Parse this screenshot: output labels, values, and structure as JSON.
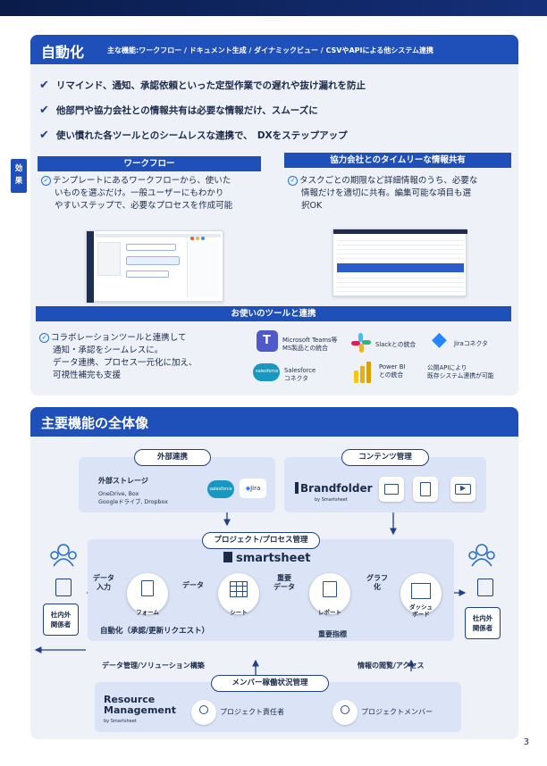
{
  "automation": {
    "title": "自動化",
    "subtitle": "主な機能:ワークフロー / ドキュメント生成 / ダイナミックビュー / CSVやAPIによる他システム連携",
    "bullets": [
      "リマインド、通知、承認依頼といった定型作業での遅れや抜け漏れを防止",
      "他部門や協力会社との情報共有は必要な情報だけ、スムーズに",
      "使い慣れた各ツールとのシームレスな連携で、　DXをステップアップ"
    ],
    "effect_tag": "効果",
    "workflow": {
      "title": "ワークフロー",
      "text": [
        "テンプレートにあるワークフローから、使いた",
        "いものを選ぶだけ。一般ユーザーにもわかり",
        "やすいステップで、必要なプロセスを作成可能"
      ]
    },
    "timely": {
      "title": "協力会社とのタイムリーな情報共有",
      "text": [
        "タスクごとの期限など詳細情報のうち、必要な",
        "情報だけを適切に共有。編集可能な項目も選",
        "択OK"
      ]
    },
    "tools": {
      "title": "お使いのツールと連携",
      "text": [
        "コラボレーションツールと連携して",
        "通知・承認をシームレスに。",
        "データ連携、プロセス一元化に加え、",
        "可視性補完も支援"
      ],
      "items": [
        {
          "icon": "microsoft-teams-icon",
          "label1": "Microsoft Teams等",
          "label2": "MS製品との統合"
        },
        {
          "icon": "slack-icon",
          "label1": "Slackとの統合",
          "label2": ""
        },
        {
          "icon": "jira-icon",
          "label1": "Jiraコネクタ",
          "label2": ""
        },
        {
          "icon": "salesforce-icon",
          "label1": "Salesforce",
          "label2": "コネクタ"
        },
        {
          "icon": "power-bi-icon",
          "label1": "Power BI",
          "label2": "との統合"
        },
        {
          "icon": "api-icon",
          "label1": "公開APIにより",
          "label2": "既存システム連携が可能"
        }
      ]
    }
  },
  "overview": {
    "title": "主要機能の全体像",
    "external": {
      "title": "外部連携",
      "storage_title": "外部ストレージ",
      "storage_line1": "OneDrive, Box",
      "storage_line2": "Googleドライブ, Dropbox",
      "logo_salesforce": "salesforce",
      "logo_jira": "Jira"
    },
    "content": {
      "title": "コンテンツ管理",
      "brand": "Brandfolder",
      "brand_by": "by Smartsheet"
    },
    "process": {
      "title": "プロジェクト/プロセス管理",
      "logo": "smartsheet"
    },
    "nodes": [
      {
        "name": "form",
        "label": "フォーム"
      },
      {
        "name": "sheet",
        "label": "シート"
      },
      {
        "name": "report",
        "label": "レポート"
      },
      {
        "name": "dashboard",
        "label": "ダッシュ\nボード"
      }
    ],
    "arrows": {
      "data_input": "データ\n入力",
      "data": "データ",
      "important_data": "重要\nデータ",
      "graphing": "グラフ\n化",
      "automation": "自動化（承認/更新リクエスト）",
      "key_metrics": "重要指標",
      "data_mgmt": "データ管理/ソリューション構築",
      "info_view": "情報の閲覧/アクセス"
    },
    "left_stakeholder": "社内外\n関係者",
    "right_stakeholder": "社内外\n関係者",
    "resource": {
      "title": "メンバー稼働状況管理",
      "name1": "Resource",
      "name2": "Management",
      "by": "by Smartsheet",
      "owner": "プロジェクト責任者",
      "member": "プロジェクトメンバー"
    }
  },
  "page_number": "3"
}
